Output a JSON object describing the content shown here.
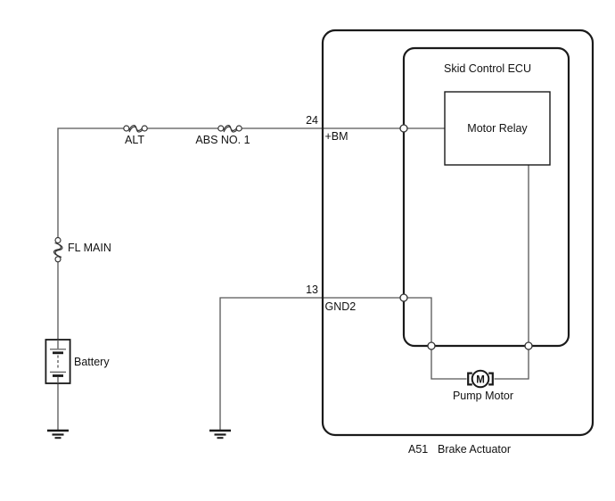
{
  "diagram": {
    "colors": {
      "wire": "#565656",
      "outline": "#1a1a1a",
      "background": "#ffffff"
    },
    "fuses": {
      "alt": {
        "label": "ALT"
      },
      "abs_no1": {
        "label": "ABS NO. 1"
      },
      "fl_main": {
        "label": "FL MAIN"
      }
    },
    "battery": {
      "label": "Battery"
    },
    "pins": {
      "bm": {
        "number": "24",
        "name": "+BM"
      },
      "gnd2": {
        "number": "13",
        "name": "GND2"
      }
    },
    "ecu": {
      "label": "Skid Control ECU"
    },
    "motor_relay": {
      "label": "Motor Relay"
    },
    "pump_motor": {
      "label": "Pump Motor",
      "symbol": "M"
    },
    "actuator": {
      "code": "A51",
      "name": "Brake Actuator"
    }
  }
}
